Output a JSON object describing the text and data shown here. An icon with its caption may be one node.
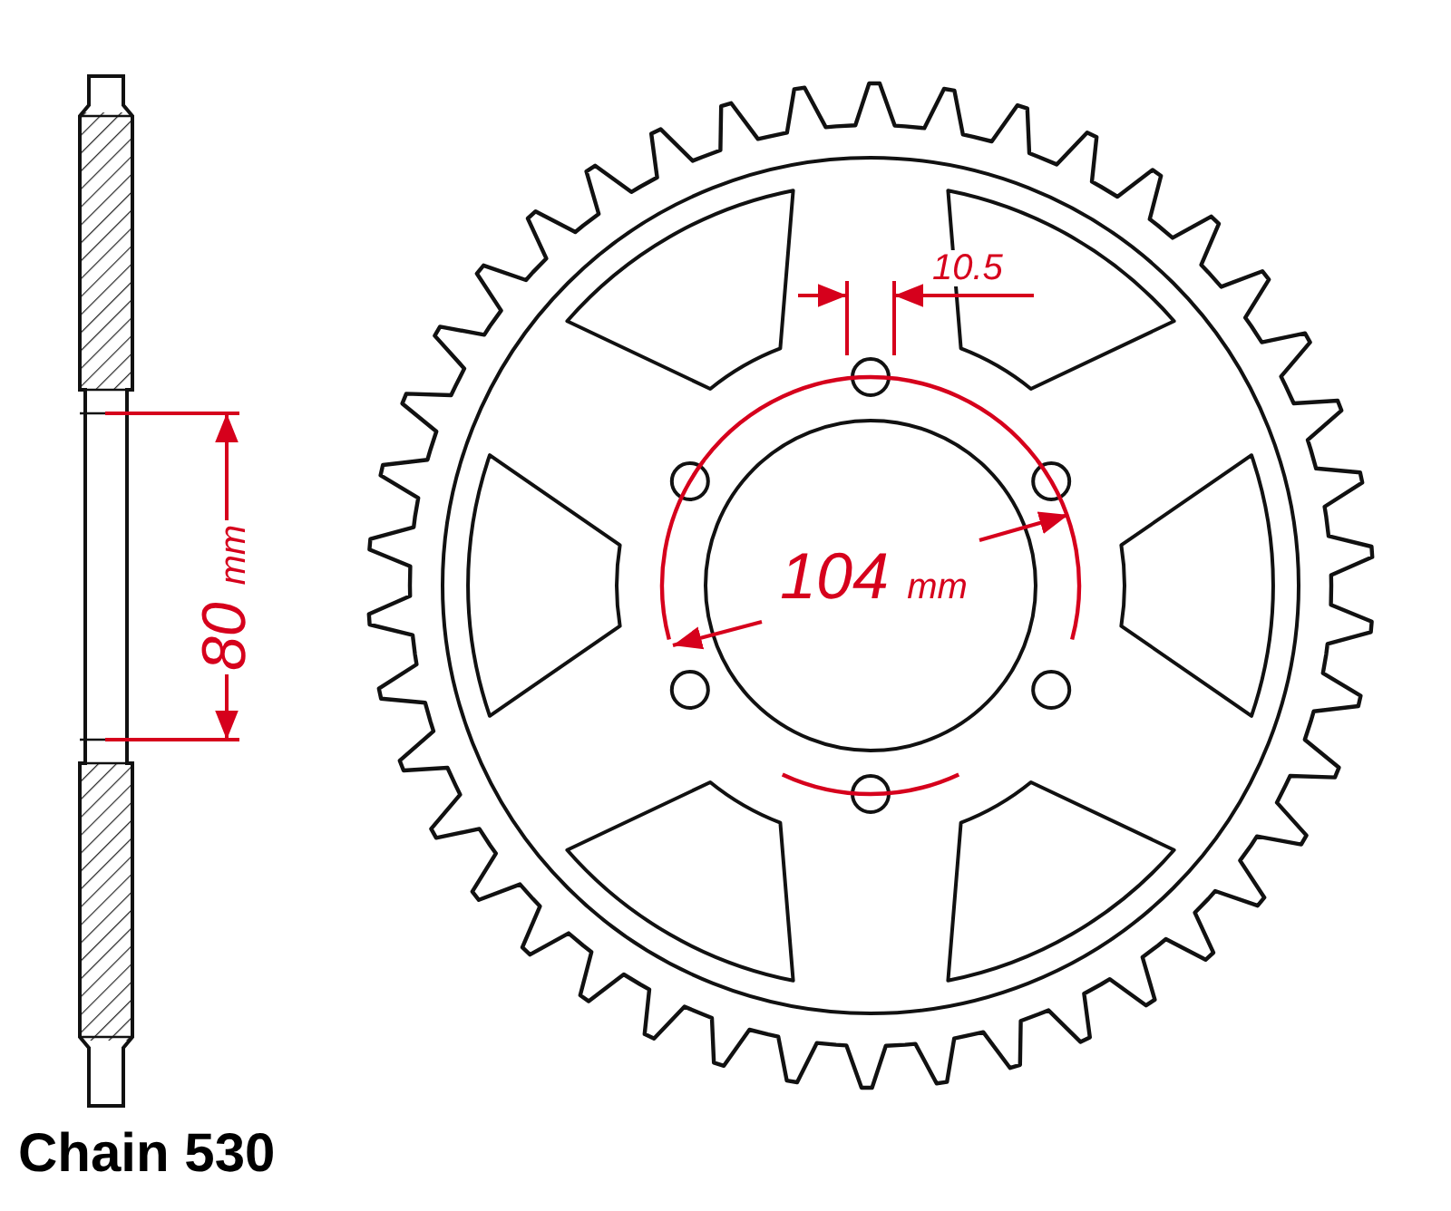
{
  "diagram": {
    "labels": [
      "10.5",
      "80 mm",
      "104 mm",
      "Chain 530"
    ]
  }
}
